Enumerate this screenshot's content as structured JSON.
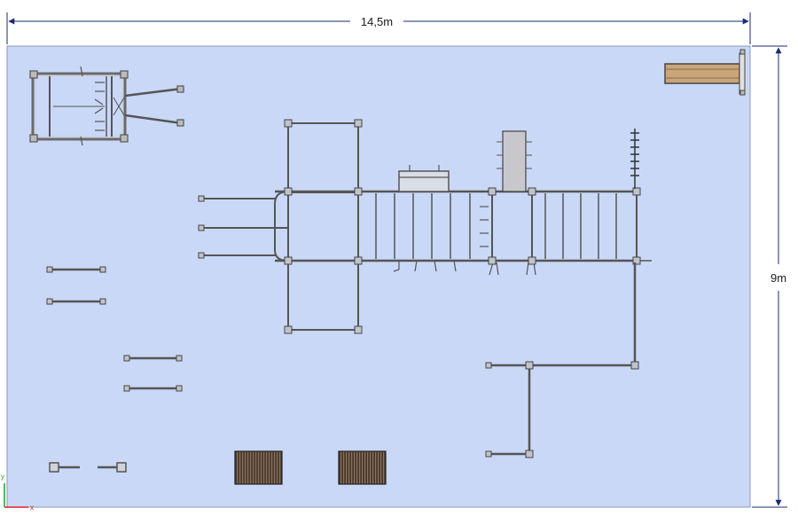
{
  "dimensions": {
    "width_label": "14,5m",
    "height_label": "9m"
  },
  "axes": {
    "x_label": "x",
    "y_label": "y",
    "x_color": "#e02020",
    "y_color": "#20a020"
  },
  "colors": {
    "ground": "#cad8f7",
    "ground_border": "#8a9ab8",
    "dimension_line": "#1e2a6e",
    "structure": "#555555",
    "structure_fill": "#cfd3da",
    "wood": "#c9a57a",
    "pad": "#4a3a2c",
    "panel": "#c8c8cc"
  }
}
